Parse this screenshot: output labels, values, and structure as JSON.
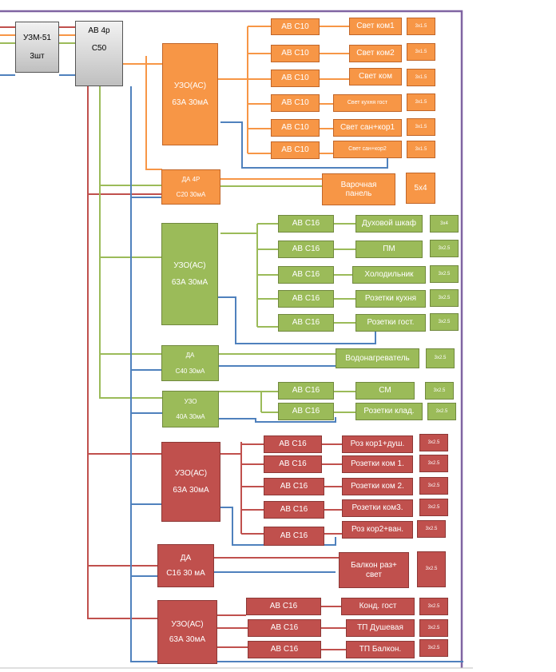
{
  "diagram": {
    "colors": {
      "orange": "#f79646",
      "green": "#9bbb59",
      "red": "#c0504d",
      "gray": "#d9d9d9",
      "purple": "#8064a2",
      "blue": "#4f81bd"
    },
    "input": {
      "uzm_line1": "УЗМ-51",
      "uzm_line2": "3шт",
      "main_line1": "АВ 4р",
      "main_line2": "С50"
    },
    "group_orange": {
      "uzo_line1": "УЗО(АС)",
      "uzo_line2": "63А 30мА",
      "breakers": [
        "АВ С10",
        "АВ С10",
        "АВ С10",
        "АВ С10",
        "АВ С10",
        "АВ С10"
      ],
      "loads": [
        "Свет ком1",
        "Свет ком2",
        "Свет ком",
        "Свет кухня  гост",
        "Свет сан+кор1",
        "Свет сан+кор2"
      ],
      "cables": [
        "3х1.5",
        "3х1.5",
        "3х1.5",
        "3х1.5",
        "3х1.5",
        "3х1.5"
      ]
    },
    "stove": {
      "rcbo_line1": "ДА 4Р",
      "rcbo_line2": "С20 30мА",
      "load_line1": "Варочная",
      "load_line2": "панель",
      "cable": "5х4"
    },
    "group_green": {
      "uzo_line1": "УЗО(АС)",
      "uzo_line2": "63А 30мА",
      "breakers": [
        "АВ С16",
        "АВ С16",
        "АВ С16",
        "АВ С16",
        "АВ С16"
      ],
      "loads": [
        "Духовой шкаф",
        "ПМ",
        "Холодильник",
        "Розетки кухня",
        "Розетки гост."
      ],
      "cables": [
        "3х4",
        "3х2.5",
        "3х2.5",
        "3х2.5",
        "3х2.5"
      ]
    },
    "heater": {
      "rcbo_line1": "ДА",
      "rcbo_line2": "С40 30мА",
      "load": "Водонагреватель",
      "cable": "3х2.5"
    },
    "green_uzo2": {
      "uzo_line1": "УЗО",
      "uzo_line2": "40А 30мА",
      "breakers": [
        "АВ С16",
        "АВ С16"
      ],
      "loads": [
        "СМ",
        "Розетки клад."
      ],
      "cables": [
        "3х2.5",
        "3х2.5"
      ]
    },
    "group_red": {
      "uzo_line1": "УЗО(АС)",
      "uzo_line2": "63А 30мА",
      "breakers": [
        "АВ С16",
        "АВ С16",
        "АВ С16",
        "АВ С16",
        "АВ С16"
      ],
      "loads": [
        "Роз кор1+душ.",
        "Розетки ком 1.",
        "Розетки ком 2.",
        "Розетки ком3.",
        "Роз кор2+ван."
      ],
      "cables": [
        "3х2.5",
        "3х2.5",
        "3х2.5",
        "3х2.5",
        "3х2.5"
      ]
    },
    "balcony": {
      "rcbo_line1": "ДА",
      "rcbo_line2": "С16 30 мА",
      "load_line1": "Балкон раз+",
      "load_line2": "свет",
      "cable": "3х2.5"
    },
    "group_red2": {
      "uzo_line1": "УЗО(АС)",
      "uzo_line2": "63А 30мА",
      "breakers": [
        "АВ С16",
        "АВ С16",
        "АВ С16"
      ],
      "loads": [
        "Конд. гост",
        "ТП Душевая",
        "ТП Балкон."
      ],
      "cables": [
        "3х2.5",
        "3х2.5",
        "3х2.5"
      ]
    }
  }
}
